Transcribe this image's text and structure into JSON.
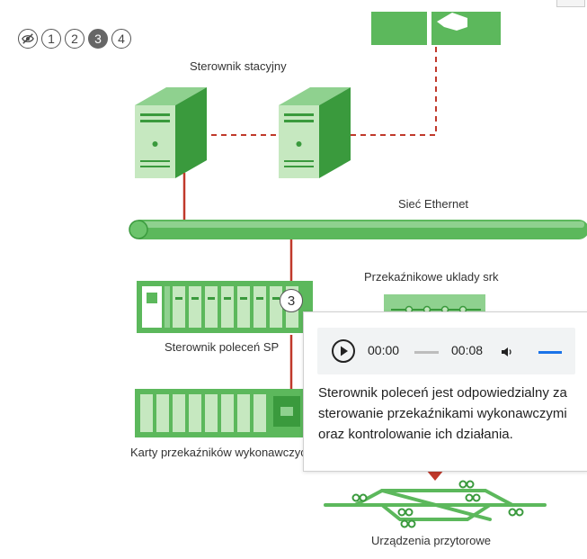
{
  "steps": {
    "hide_icon": "eye-slash",
    "items": [
      "1",
      "2",
      "3",
      "4"
    ],
    "active": "3"
  },
  "labels": {
    "station_controller": "Sterownik stacyjny",
    "ethernet": "Sieć Ethernet",
    "relay_systems": "Przekaźnikowe uklady srk",
    "command_controller": "Sterownik poleceń SP",
    "relay_cards": "Karty przekaźników wykonawczych",
    "trackside": "Urządzenia przytorowe"
  },
  "marker": "3",
  "popup": {
    "player": {
      "current_time": "00:00",
      "duration": "00:08",
      "play_icon": "play-icon",
      "volume_icon": "volume-icon"
    },
    "text": "Sterownik poleceń jest odpowiedzialny za sterowanie przekaźnikami wykonawczymi oraz kontrolowanie ich działania."
  },
  "colors": {
    "green_dark": "#3a9a3d",
    "green_mid": "#5cb85c",
    "green_light": "#8fd18f",
    "link_red": "#c0392b"
  }
}
